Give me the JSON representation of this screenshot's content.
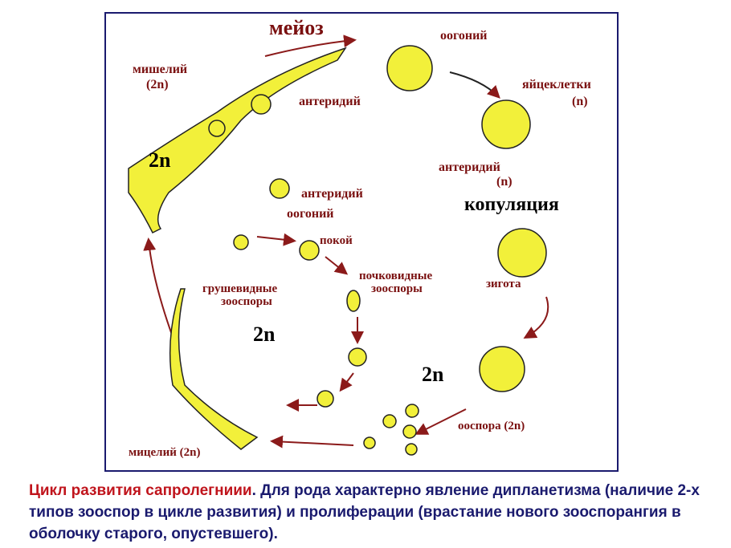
{
  "labels": {
    "meiosis": "мейоз",
    "oogonium_top": "оогоний",
    "mycelium_top": "мишелий",
    "mycelium_top_ploidy": "(2n)",
    "egg_cells": "яйцеклетки",
    "egg_cells_ploidy": "(n)",
    "antheridium_top": "антеридий",
    "ploidy_left": "2n",
    "antheridium_right": "антеридий",
    "antheridium_right_ploidy": "(n)",
    "copulation": "копуляция",
    "antheridium_mid": "антеридий",
    "oogonium_mid": "оогоний",
    "rest": "покой",
    "kidney_zoospores_1": "почковидные",
    "kidney_zoospores_2": "зооспоры",
    "pear_zoospores_1": "грушевидные",
    "pear_zoospores_2": "зооспоры",
    "zygote": "зигота",
    "ploidy_center": "2n",
    "ploidy_right": "2n",
    "oospore": "ооспора (2n)",
    "mycelium_bottom": "мицелий (2n)"
  },
  "caption": {
    "title": "Цикл развития сапролегниии",
    "text": ". Для рода характерно явление дипланетизма (наличие 2-х типов зооспор в цикле развития) и пролиферации (врастание нового зооспорангия в оболочку старого, опустевшего)."
  }
}
